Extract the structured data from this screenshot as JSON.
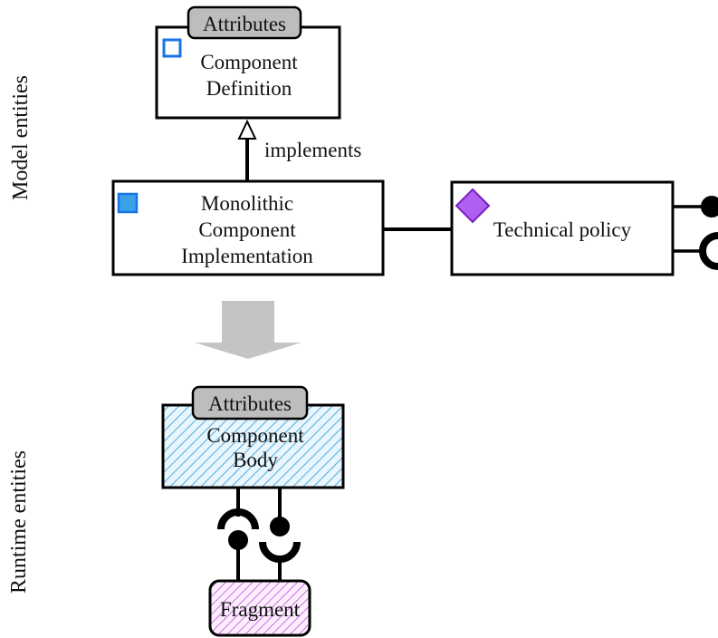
{
  "side_labels": {
    "model": "Model entities",
    "runtime": "Runtime entities"
  },
  "component_definition": {
    "badge": "Attributes",
    "line1": "Component",
    "line2": "Definition"
  },
  "relation": {
    "label": "implements"
  },
  "monolithic_implementation": {
    "line1": "Monolithic",
    "line2": "Component",
    "line3": "Implementation"
  },
  "technical_policy": {
    "label": "Technical policy"
  },
  "component_body": {
    "badge": "Attributes",
    "line1": "Component",
    "line2": "Body"
  },
  "fragment": {
    "label": "Fragment"
  },
  "colors": {
    "definition_marker": "#1a73e8",
    "implementation_marker": "#3aa0e8",
    "policy_marker": "#b060f0",
    "body_hatch": "#5ab0e0",
    "fragment_hatch": "#d070e0",
    "badge_fill": "#bdbdbd",
    "transform_arrow": "#c4c4c4"
  }
}
